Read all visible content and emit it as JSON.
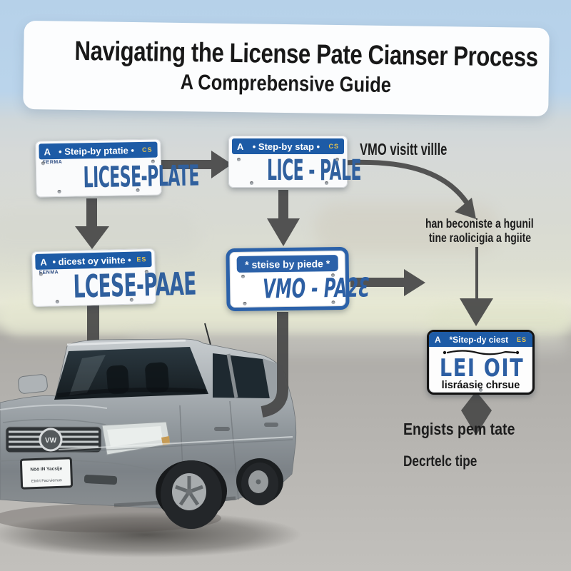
{
  "title": {
    "line1": "Navigating the License Pate Cianser Process",
    "line2": "A Comprebensive Guide"
  },
  "plates": {
    "top_left": {
      "region": "A",
      "header": "•  Steip-by ptatie  •",
      "corner": "CS",
      "small_label": "FERMA",
      "number": "LICESE-PLATE"
    },
    "top_mid": {
      "region": "A",
      "header": "•  Step-by stap  •",
      "corner": "CS",
      "number": "LICE - PALE"
    },
    "mid_left": {
      "region": "A",
      "header": "•  dicest oy viihte  •",
      "corner": "ES",
      "small_label": "FENMA",
      "number": "LCESE-PAAE"
    },
    "mid": {
      "header": "*  steise by piede  *",
      "number": "VMO - PA2Ɛ"
    },
    "right": {
      "region": "A",
      "header": "*Sitep-dy ciest",
      "corner": "ES",
      "number": "LEI OIT",
      "caption": "lisráasie chrsue"
    }
  },
  "labels": {
    "vmo_visit": "VMO visitt villle",
    "note_line1": "han beconiste a hgunil",
    "note_line2": "tine raolicigia a hgiite",
    "engists": "Engists pem tate",
    "decrtelc": "Decrtelc tipe"
  },
  "car": {
    "badge": "VW",
    "plate_line1": "Nöö IN Yacsije",
    "plate_line2": "Etnirt Facrviemus"
  },
  "colors": {
    "header_blue": "#1d5ba6",
    "number_blue": "#30609e",
    "arrow_gray": "#4a4a4a",
    "corner_gold": "#e9c44d",
    "sky_blue": "#b6d1e9",
    "asphalt_gray": "#b1afab"
  }
}
